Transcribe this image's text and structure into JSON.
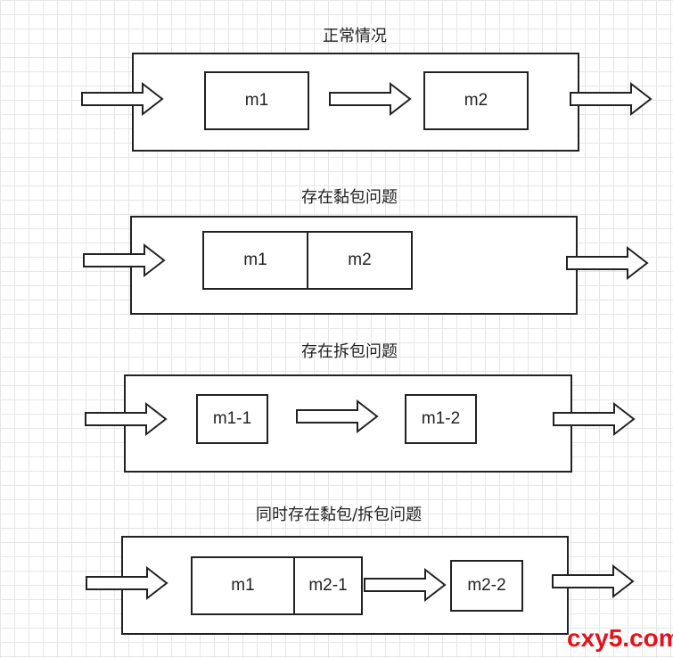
{
  "sections": [
    {
      "title": "正常情况",
      "messages": [
        "m1",
        "m2"
      ]
    },
    {
      "title": "存在黏包问题",
      "messages": [
        "m1",
        "m2"
      ]
    },
    {
      "title": "存在拆包问题",
      "messages": [
        "m1-1",
        "m1-2"
      ]
    },
    {
      "title": "同时存在黏包/拆包问题",
      "messages": [
        "m1",
        "m2-1",
        "m2-2"
      ]
    }
  ],
  "watermark": "cxy5.com",
  "colors": {
    "stroke": "#222222",
    "watermark": "#e8101a",
    "grid": "#e6e6e6"
  }
}
